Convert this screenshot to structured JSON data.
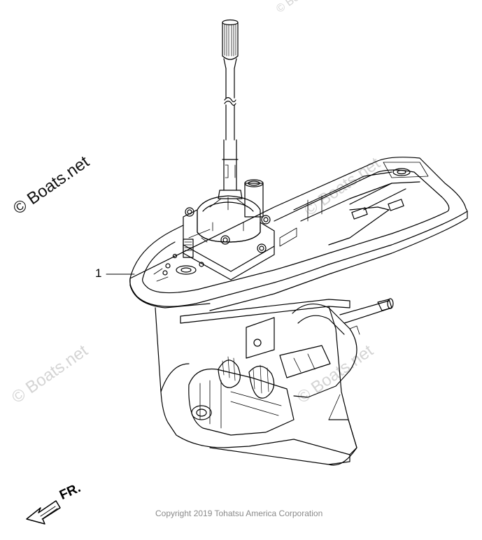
{
  "diagram": {
    "callouts": [
      {
        "label": "1"
      }
    ]
  },
  "watermarks": [
    {
      "text": "© Boats.net"
    },
    {
      "text": "© Boats.net"
    },
    {
      "text": "© Boats.net"
    },
    {
      "text": "© Boats.net"
    },
    {
      "text": "© Boats.net"
    }
  ],
  "direction_marker": {
    "label": "FR."
  },
  "footer": {
    "copyright": "Copyright 2019 Tohatsu America Corporation"
  },
  "colors": {
    "line": "#000000",
    "watermark_light": "#d4d4d4",
    "copyright_text": "#8a8a8a"
  }
}
